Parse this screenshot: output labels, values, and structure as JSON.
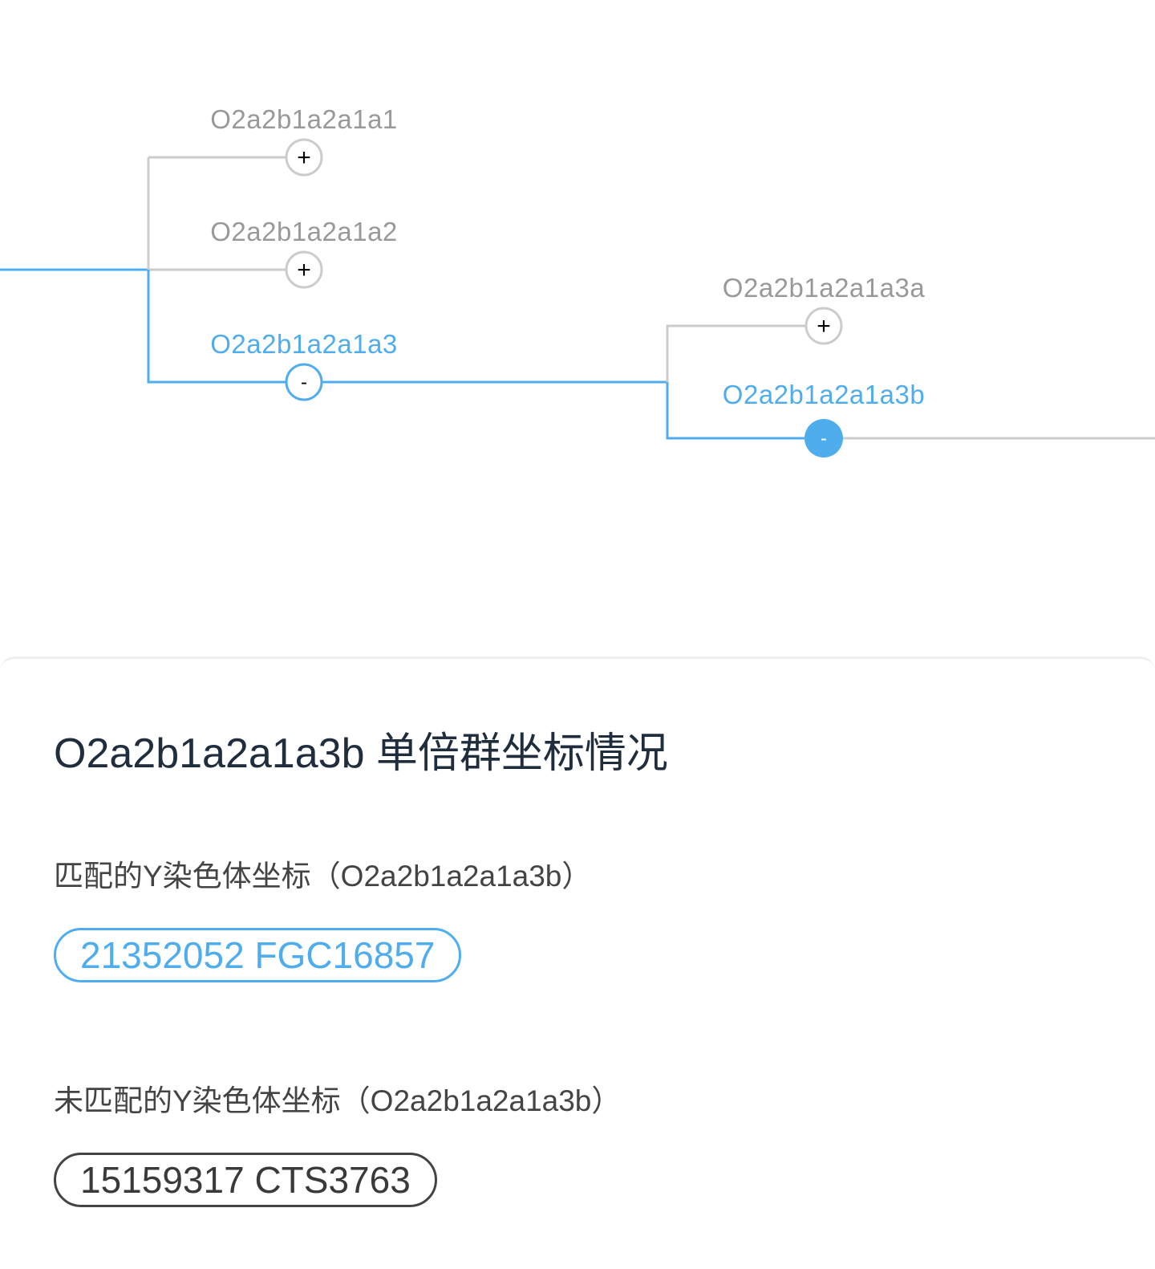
{
  "colors": {
    "active": "#4fadee",
    "inactive": "#cccccc",
    "inactive_text": "#999999"
  },
  "tree": {
    "nodes": [
      {
        "id": "n1",
        "label": "O2a2b1a2a1a1",
        "state": "collapsed",
        "active": false,
        "symbol": "+"
      },
      {
        "id": "n2",
        "label": "O2a2b1a2a1a2",
        "state": "collapsed",
        "active": false,
        "symbol": "+"
      },
      {
        "id": "n3",
        "label": "O2a2b1a2a1a3",
        "state": "expanded",
        "active": true,
        "symbol": "-"
      },
      {
        "id": "n4",
        "label": "O2a2b1a2a1a3a",
        "state": "collapsed",
        "active": false,
        "symbol": "+"
      },
      {
        "id": "n5",
        "label": "O2a2b1a2a1a3b",
        "state": "selected",
        "active": true,
        "symbol": "-"
      }
    ]
  },
  "detail": {
    "title": "O2a2b1a2a1a3b 单倍群坐标情况",
    "matched_label": "匹配的Y染色体坐标（O2a2b1a2a1a3b）",
    "matched_snps": [
      "21352052 FGC16857"
    ],
    "unmatched_label": "未匹配的Y染色体坐标（O2a2b1a2a1a3b）",
    "unmatched_snps": [
      "15159317 CTS3763"
    ]
  }
}
